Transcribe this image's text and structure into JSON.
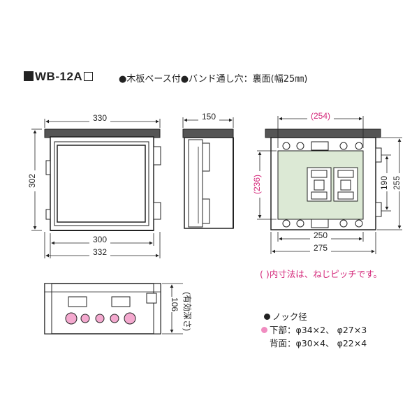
{
  "title": {
    "model": "WB-12A"
  },
  "features": "●木板ベース付●バンド通し穴：裏面(幅25㎜)",
  "dimensions": {
    "front_width": "330",
    "front_inner_width": "300",
    "front_outer_width": "332",
    "front_height": "302",
    "side_depth": "150",
    "base_top": "(254)",
    "base_left": "(236)",
    "base_right_inner": "190",
    "base_right_outer": "255",
    "base_bottom_inner": "250",
    "base_bottom_outer": "275",
    "bottom_depth": "106",
    "bottom_depth_note": "(有効深さ)"
  },
  "pitch_note": "( )内寸法は、ねじピッチです。",
  "knock": {
    "heading": "ノック径",
    "bottom_label": "下部：",
    "bottom_values": "φ34×2、 φ27×3",
    "back_label": "背面：",
    "back_values": "φ30×4、 φ22×4"
  },
  "colors": {
    "pink_text": "#d4287a",
    "knockout_fill": "#f4a9cf",
    "base_board": "#dce9d5",
    "lid": "#8a8a8a"
  }
}
